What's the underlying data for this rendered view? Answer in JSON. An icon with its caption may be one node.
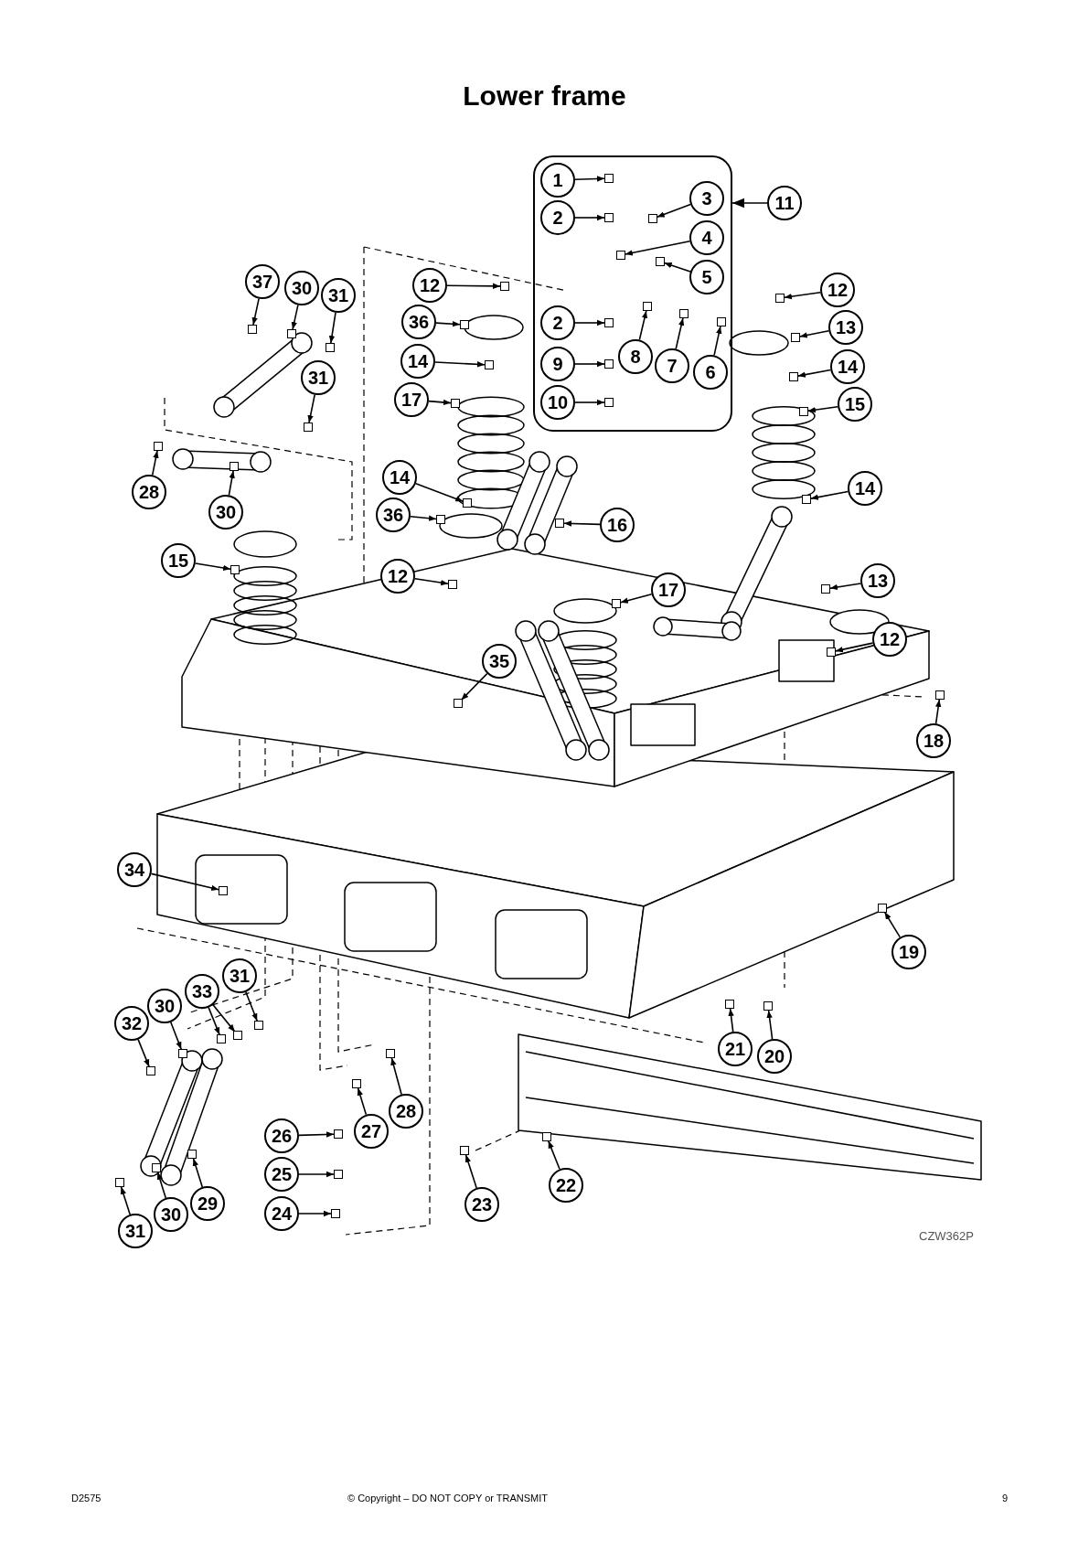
{
  "diagram": {
    "title": "Lower frame",
    "nodes": [
      {
        "text": [],
        "shape": "box"
      },
      {
        "text": [
          "1"
        ],
        "in": 0
      },
      {
        "text": [
          "2"
        ],
        "in": 0
      },
      {
        "text": [
          "3"
        ],
        "in": 0
      },
      {
        "text": [
          "11"
        ]
      },
      {
        "text": [
          "4"
        ],
        "in": 0
      },
      {
        "text": [
          "5"
        ],
        "in": 0
      },
      {
        "text": [
          "37"
        ]
      },
      {
        "text": [
          "30"
        ]
      },
      {
        "text": [
          "12"
        ]
      },
      {
        "text": [
          "31"
        ]
      },
      {
        "text": [
          "12"
        ]
      },
      {
        "text": [
          "36"
        ]
      },
      {
        "text": [
          "2"
        ],
        "in": 0
      },
      {
        "text": [
          "13"
        ]
      },
      {
        "text": [
          "8"
        ],
        "in": 0
      },
      {
        "text": [
          "7"
        ],
        "in": 0
      },
      {
        "text": [
          "6"
        ],
        "in": 0
      },
      {
        "text": [
          "14"
        ]
      },
      {
        "text": [
          "9"
        ],
        "in": 0
      },
      {
        "text": [
          "14"
        ]
      },
      {
        "text": [
          "31"
        ]
      },
      {
        "text": [
          "17"
        ]
      },
      {
        "text": [
          "10"
        ],
        "in": 0
      },
      {
        "text": [
          "15"
        ]
      },
      {
        "text": [
          "14"
        ]
      },
      {
        "text": [
          "14"
        ]
      },
      {
        "text": [
          "28"
        ]
      },
      {
        "text": [
          "30"
        ]
      },
      {
        "text": [
          "36"
        ]
      },
      {
        "text": [
          "16"
        ]
      },
      {
        "text": [
          "15"
        ]
      },
      {
        "text": [
          "12"
        ]
      },
      {
        "text": [
          "13"
        ]
      },
      {
        "text": [
          "17"
        ]
      },
      {
        "text": [
          "12"
        ]
      },
      {
        "text": [
          "35"
        ]
      },
      {
        "text": [
          "18"
        ]
      },
      {
        "text": [
          "34"
        ]
      },
      {
        "text": [
          "19"
        ]
      },
      {
        "text": [
          "31"
        ]
      },
      {
        "text": [
          "33"
        ]
      },
      {
        "text": [
          "30"
        ]
      },
      {
        "text": [
          "32"
        ]
      },
      {
        "text": [
          "21"
        ]
      },
      {
        "text": [
          "20"
        ]
      },
      {
        "text": [
          "27"
        ]
      },
      {
        "text": [
          "28"
        ]
      },
      {
        "text": [
          "26"
        ]
      },
      {
        "text": [
          "25"
        ]
      },
      {
        "text": [
          "24"
        ]
      },
      {
        "text": [
          "22"
        ]
      },
      {
        "text": [
          "23"
        ]
      },
      {
        "text": [
          "29"
        ]
      },
      {
        "text": [
          "30"
        ]
      },
      {
        "text": [
          "31"
        ]
      },
      {
        "text": [],
        "shape": "box",
        "in": 0
      },
      {
        "text": [],
        "shape": "box",
        "in": 0
      },
      {
        "text": [],
        "shape": "box",
        "in": 0
      },
      {
        "text": [],
        "shape": "box",
        "in": 0
      },
      {
        "text": [],
        "shape": "box",
        "in": 0
      },
      {
        "text": [],
        "shape": "box"
      },
      {
        "text": [],
        "shape": "box"
      },
      {
        "text": [],
        "shape": "box"
      },
      {
        "text": [],
        "shape": "box"
      },
      {
        "text": [],
        "shape": "box"
      },
      {
        "text": [],
        "shape": "box"
      },
      {
        "text": [],
        "shape": "box",
        "in": 0
      },
      {
        "text": [],
        "shape": "box"
      },
      {
        "text": [],
        "shape": "box",
        "in": 0
      },
      {
        "text": [],
        "shape": "box",
        "in": 0
      },
      {
        "text": [],
        "shape": "box",
        "in": 0
      },
      {
        "text": [],
        "shape": "box"
      },
      {
        "text": [],
        "shape": "box",
        "in": 0
      },
      {
        "text": [],
        "shape": "box"
      },
      {
        "text": [],
        "shape": "box"
      },
      {
        "text": [],
        "shape": "box"
      },
      {
        "text": [],
        "shape": "box",
        "in": 0
      },
      {
        "text": [],
        "shape": "box"
      },
      {
        "text": [],
        "shape": "box"
      },
      {
        "text": [],
        "shape": "box"
      },
      {
        "text": [],
        "shape": "box"
      },
      {
        "text": [],
        "shape": "box"
      },
      {
        "text": [],
        "shape": "box"
      },
      {
        "text": [],
        "shape": "box"
      },
      {
        "text": [],
        "shape": "box"
      },
      {
        "text": [],
        "shape": "box"
      },
      {
        "text": [],
        "shape": "box"
      },
      {
        "text": [],
        "shape": "box"
      },
      {
        "text": [],
        "shape": "box"
      },
      {
        "text": [],
        "shape": "box"
      },
      {
        "text": [],
        "shape": "box"
      },
      {
        "text": [],
        "shape": "box"
      },
      {
        "text": [],
        "shape": "box"
      },
      {
        "text": [],
        "shape": "box"
      },
      {
        "text": [],
        "shape": "box"
      },
      {
        "text": [],
        "shape": "box"
      },
      {
        "text": [],
        "shape": "box"
      },
      {
        "text": [],
        "shape": "box"
      },
      {
        "text": [],
        "shape": "box"
      },
      {
        "text": [],
        "shape": "box"
      },
      {
        "text": [],
        "shape": "box"
      },
      {
        "text": [],
        "shape": "box"
      },
      {
        "text": [],
        "shape": "box"
      },
      {
        "text": [],
        "shape": "box"
      },
      {
        "text": [],
        "shape": "box"
      },
      {
        "text": [],
        "shape": "box"
      },
      {
        "text": [],
        "shape": "box"
      },
      {
        "text": [],
        "shape": "box"
      },
      {
        "text": [],
        "shape": "box"
      },
      {
        "text": [],
        "shape": "box"
      }
    ],
    "edges": [
      {
        "from": 1,
        "to": 56,
        "arrow": "to"
      },
      {
        "from": 2,
        "to": 57,
        "arrow": "to"
      },
      {
        "from": 3,
        "to": 58,
        "arrow": "to"
      },
      {
        "from": 4,
        "to": 0,
        "arrow": "to"
      },
      {
        "from": 5,
        "to": 59,
        "arrow": "to"
      },
      {
        "from": 6,
        "to": 60,
        "arrow": "to"
      },
      {
        "from": 7,
        "to": 61,
        "arrow": "to"
      },
      {
        "from": 8,
        "to": 62,
        "arrow": "to"
      },
      {
        "from": 9,
        "to": 63,
        "arrow": "to"
      },
      {
        "from": 10,
        "to": 64,
        "arrow": "to"
      },
      {
        "from": 11,
        "to": 65,
        "arrow": "to"
      },
      {
        "from": 12,
        "to": 66,
        "arrow": "to"
      },
      {
        "from": 13,
        "to": 67,
        "arrow": "to"
      },
      {
        "from": 14,
        "to": 68,
        "arrow": "to"
      },
      {
        "from": 15,
        "to": 69,
        "arrow": "to"
      },
      {
        "from": 16,
        "to": 70,
        "arrow": "to"
      },
      {
        "from": 17,
        "to": 71,
        "arrow": "to"
      },
      {
        "from": 18,
        "to": 72,
        "arrow": "to"
      },
      {
        "from": 19,
        "to": 73,
        "arrow": "to"
      },
      {
        "from": 20,
        "to": 74,
        "arrow": "to"
      },
      {
        "from": 21,
        "to": 75,
        "arrow": "to"
      },
      {
        "from": 22,
        "to": 76,
        "arrow": "to"
      },
      {
        "from": 23,
        "to": 77,
        "arrow": "to"
      },
      {
        "from": 24,
        "to": 78,
        "arrow": "to"
      },
      {
        "from": 25,
        "to": 79,
        "arrow": "to"
      },
      {
        "from": 26,
        "to": 80,
        "arrow": "to"
      },
      {
        "from": 27,
        "to": 81,
        "arrow": "to"
      },
      {
        "from": 28,
        "to": 82,
        "arrow": "to"
      },
      {
        "from": 29,
        "to": 83,
        "arrow": "to"
      },
      {
        "from": 30,
        "to": 84,
        "arrow": "to"
      },
      {
        "from": 31,
        "to": 85,
        "arrow": "to"
      },
      {
        "from": 32,
        "to": 86,
        "arrow": "to"
      },
      {
        "from": 33,
        "to": 87,
        "arrow": "to"
      },
      {
        "from": 34,
        "to": 88,
        "arrow": "to"
      },
      {
        "from": 35,
        "to": 89,
        "arrow": "to"
      },
      {
        "from": 36,
        "to": 90,
        "arrow": "to"
      },
      {
        "from": 37,
        "to": 91,
        "arrow": "to"
      },
      {
        "from": 38,
        "to": 92,
        "arrow": "to"
      },
      {
        "from": 39,
        "to": 93,
        "arrow": "to"
      },
      {
        "from": 40,
        "to": 94,
        "arrow": "to"
      },
      {
        "from": 41,
        "to": 95,
        "arrow": "to"
      },
      {
        "from": 41,
        "to": 96,
        "arrow": "to"
      },
      {
        "from": 42,
        "to": 97,
        "arrow": "to"
      },
      {
        "from": 43,
        "to": 98,
        "arrow": "to"
      },
      {
        "from": 44,
        "to": 99,
        "arrow": "to"
      },
      {
        "from": 45,
        "to": 100,
        "arrow": "to"
      },
      {
        "from": 46,
        "to": 101,
        "arrow": "to"
      },
      {
        "from": 47,
        "to": 102,
        "arrow": "to"
      },
      {
        "from": 48,
        "to": 103,
        "arrow": "to"
      },
      {
        "from": 49,
        "to": 104,
        "arrow": "to"
      },
      {
        "from": 50,
        "to": 105,
        "arrow": "to"
      },
      {
        "from": 51,
        "to": 106,
        "arrow": "to"
      },
      {
        "from": 52,
        "to": 107,
        "arrow": "to"
      },
      {
        "from": 53,
        "to": 108,
        "arrow": "to"
      },
      {
        "from": 54,
        "to": 109,
        "arrow": "to"
      },
      {
        "from": 55,
        "to": 110,
        "arrow": "to"
      }
    ],
    "labels": [
      "CZW362P",
      "D2575",
      "© Copyright – DO NOT COPY or TRANSMIT",
      "9"
    ]
  }
}
